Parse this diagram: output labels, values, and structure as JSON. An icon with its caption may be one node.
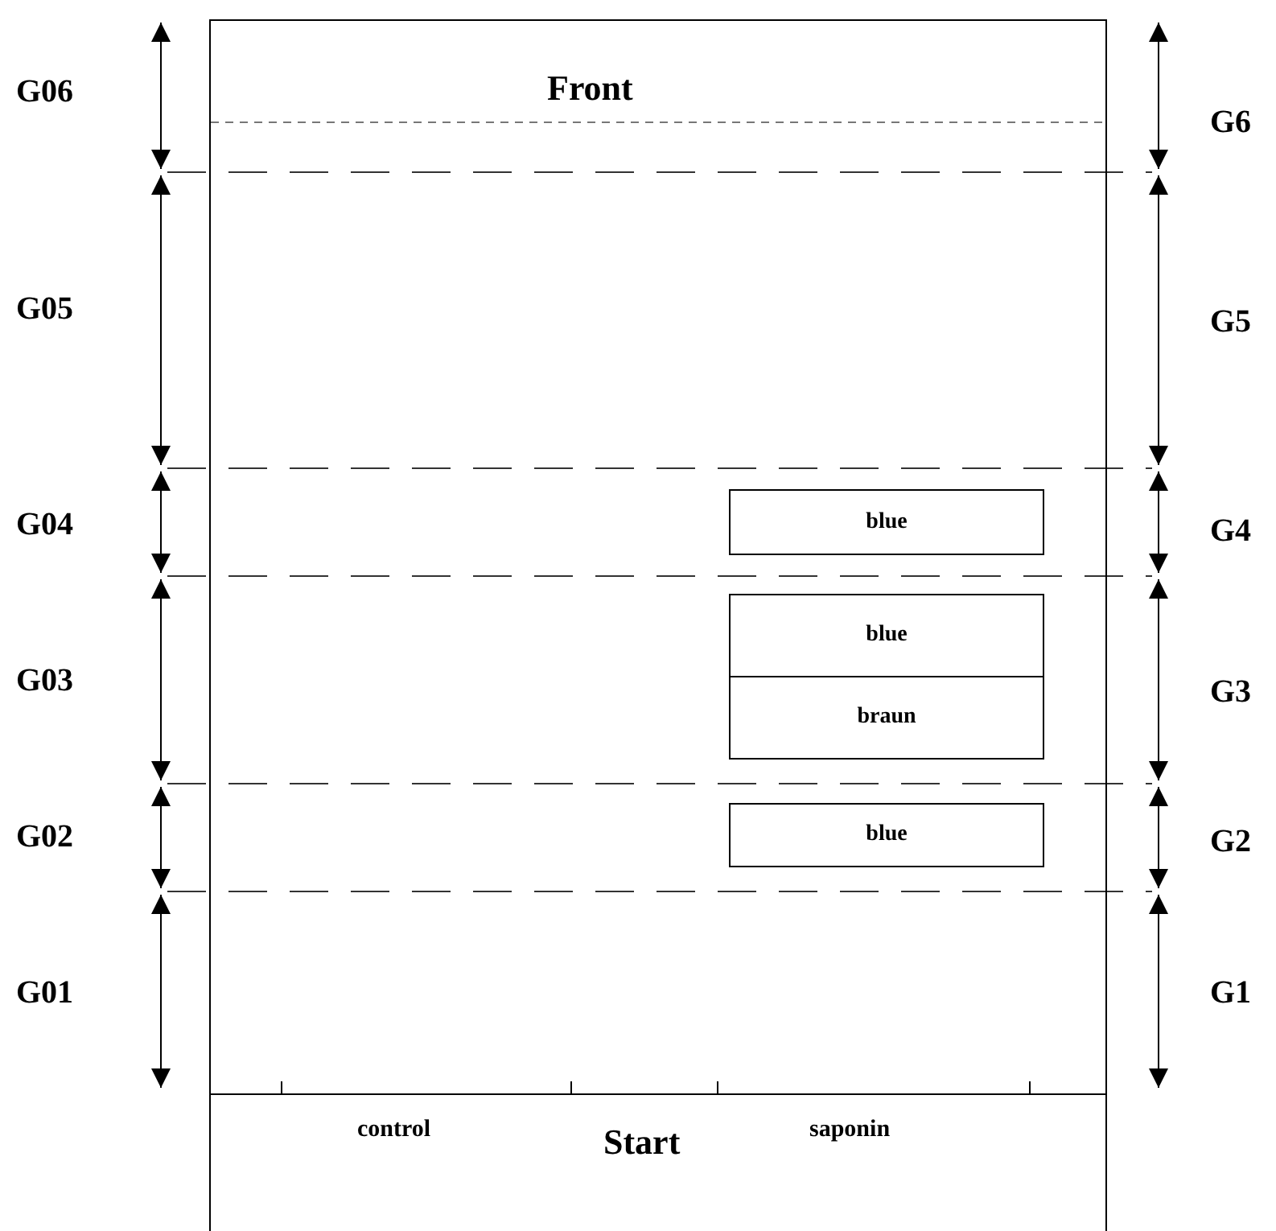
{
  "diagram": {
    "nodes": [
      {
        "text": [
          "Front",
          "Start"
        ]
      },
      {
        "text": [
          "blue"
        ],
        "in": 0
      },
      {
        "text": [
          "blue"
        ],
        "in": 0
      },
      {
        "text": [
          "braun"
        ],
        "in": 0
      },
      {
        "text": [
          "blue"
        ],
        "in": 0
      }
    ],
    "edges": [],
    "labels": [
      "G06",
      "G6",
      "G05",
      "G5",
      "G04",
      "G4",
      "G03",
      "G3",
      "G02",
      "G2",
      "G01",
      "G1",
      "control",
      "saponin"
    ]
  }
}
